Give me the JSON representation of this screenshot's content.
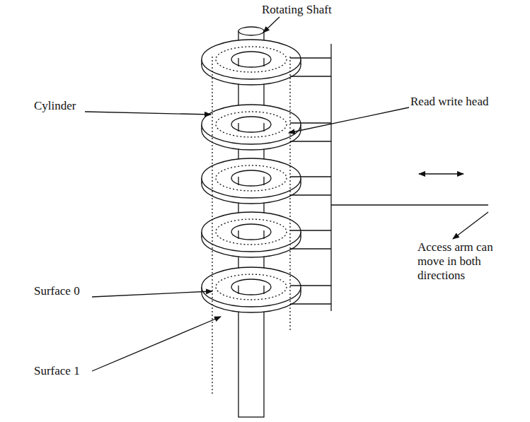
{
  "diagram": {
    "labels": [
      "Rotating Shaft",
      "Cylinder",
      "Read write head",
      "Access arm can move in both directions",
      "Surface 0",
      "Surface 1"
    ]
  }
}
